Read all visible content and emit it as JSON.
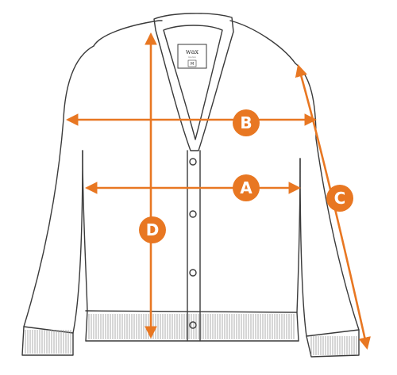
{
  "label_tag": {
    "brand": "wax",
    "sub": "london",
    "size": "M"
  },
  "measurements": [
    {
      "id": "A",
      "label": "A"
    },
    {
      "id": "B",
      "label": "B"
    },
    {
      "id": "C",
      "label": "C"
    },
    {
      "id": "D",
      "label": "D"
    }
  ],
  "colors": {
    "accent": "#e87722",
    "outline": "#3a3a3a",
    "badge_text": "#ffffff"
  }
}
